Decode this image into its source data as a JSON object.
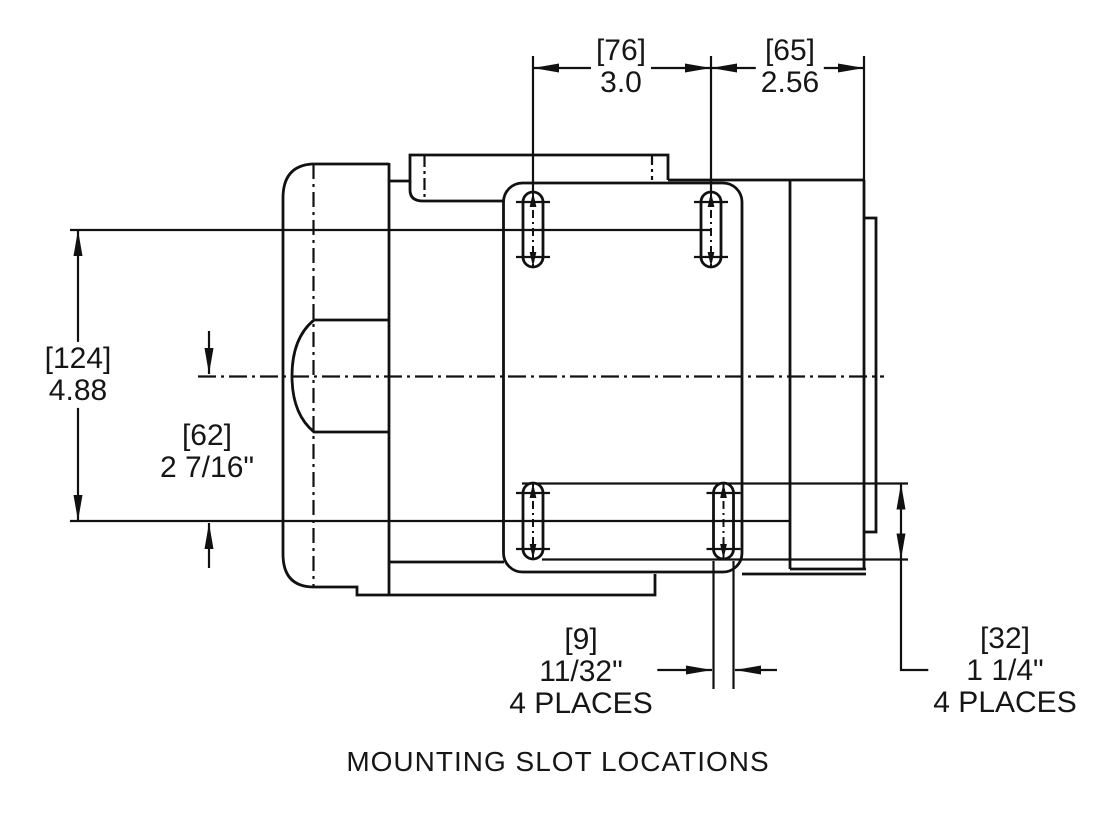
{
  "caption": "MOUNTING SLOT LOCATIONS",
  "dims": {
    "d76": {
      "mm": "[76]",
      "in": "3.0"
    },
    "d65": {
      "mm": "[65]",
      "in": "2.56"
    },
    "d124": {
      "mm": "[124]",
      "in": "4.88"
    },
    "d62": {
      "mm": "[62]",
      "in": "2 7/16\""
    },
    "d9": {
      "mm": "[9]",
      "in": "11/32\"",
      "note": "4 PLACES"
    },
    "d32": {
      "mm": "[32]",
      "in": "1 1/4\"",
      "note": "4 PLACES"
    }
  },
  "colors": {
    "line": "#111111",
    "background": "#ffffff",
    "text": "#161616"
  }
}
